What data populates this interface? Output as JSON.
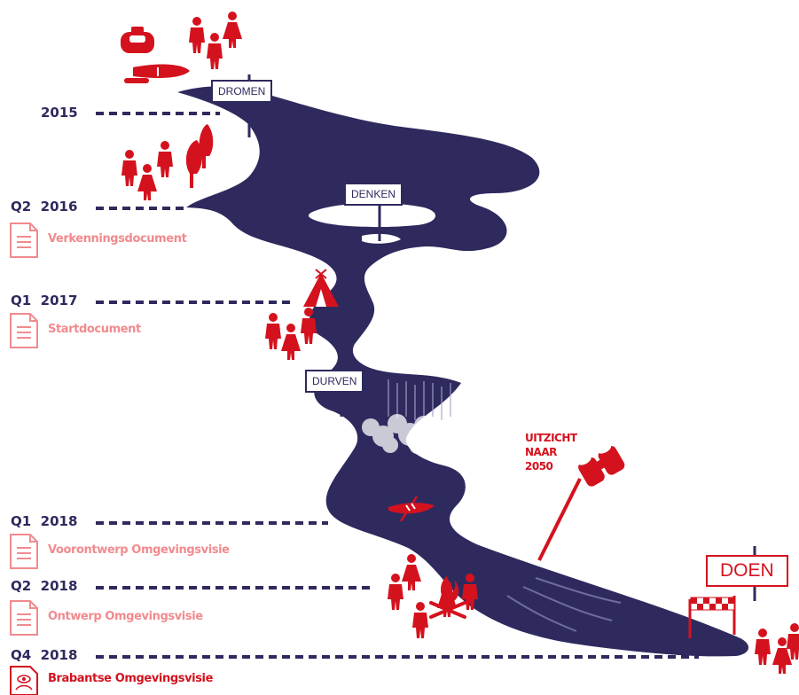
{
  "colors": {
    "river": "#2e2a5e",
    "red": "#d4121e",
    "pink": "#f18a8e"
  },
  "signs": {
    "dromen": "DROMEN",
    "denken": "DENKEN",
    "durven": "DURVEN",
    "doen": "DOEN"
  },
  "timeline": [
    {
      "date": "2015"
    },
    {
      "date": "Q2  2016",
      "document": "Verkenningsdocument"
    },
    {
      "date": "Q1  2017",
      "document": "Startdocument"
    },
    {
      "date": "Q1  2018",
      "document": "Voorontwerp Omgevingsvisie"
    },
    {
      "date": "Q2  2018",
      "document": "Ontwerp Omgevingsvisie"
    },
    {
      "date": "Q4  2018",
      "document": "Brabantse Omgevingsvisie"
    }
  ],
  "viewpoint": {
    "line1": "UITZICHT",
    "line2": "NAAR",
    "line3": "2050"
  },
  "icons": [
    "document-icon",
    "final-document-icon",
    "person-icon",
    "tree-icon",
    "tent-icon",
    "campfire-icon",
    "canoe-icon",
    "binoculars-icon",
    "finish-flag-icon",
    "waterfall-icon",
    "backpack-icon"
  ]
}
